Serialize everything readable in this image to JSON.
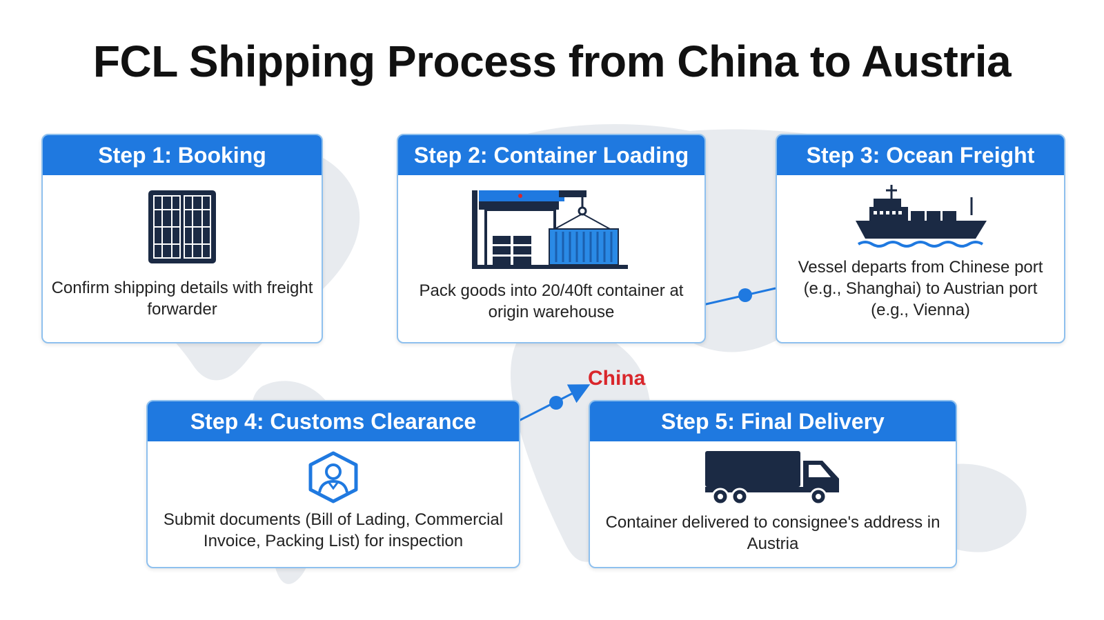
{
  "title": "FCL Shipping Process from China to Austria",
  "map_label": "China",
  "colors": {
    "accent": "#1f79e0",
    "card_border": "#8ec0ee",
    "icon_navy": "#1b2a44",
    "label_red": "#d9262b",
    "map_gray": "#e6e9ee"
  },
  "steps": [
    {
      "title": "Step 1: Booking",
      "description": "Confirm shipping details with freight forwarder",
      "icon": "shipping-container-icon"
    },
    {
      "title": "Step 2: Container Loading",
      "description": "Pack goods into 20/40ft container at origin warehouse",
      "icon": "warehouse-crane-icon"
    },
    {
      "title": "Step 3: Ocean Freight",
      "description": "Vessel departs from Chinese port (e.g., Shanghai) to Austrian port (e.g., Vienna)",
      "icon": "cargo-ship-icon"
    },
    {
      "title": "Step 4: Customs Clearance",
      "description": "Submit documents (Bill of Lading, Commercial Invoice, Packing List) for inspection",
      "icon": "customs-officer-icon"
    },
    {
      "title": "Step 5: Final Delivery",
      "description": "Container delivered to consignee's address in Austria",
      "icon": "delivery-truck-icon"
    }
  ]
}
